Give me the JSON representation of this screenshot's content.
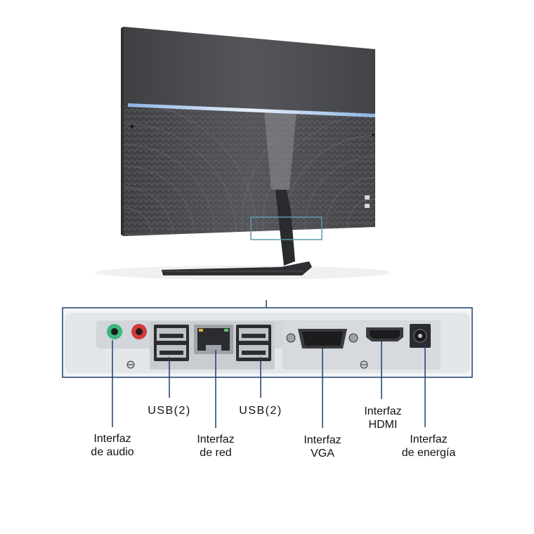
{
  "callouts": {
    "audio": [
      "Interfaz",
      "de audio"
    ],
    "usb_left": "USB(2)",
    "network": [
      "Interfaz",
      "de red"
    ],
    "usb_right": "USB(2)",
    "vga": [
      "Interfaz",
      "VGA"
    ],
    "hdmi": [
      "Interfaz",
      "HDMI"
    ],
    "power": [
      "Interfaz",
      "de energía"
    ]
  },
  "colors": {
    "leader_line": "#1d3f6b",
    "monitor_body": "#4b4c4f",
    "panel": "#e9ecef",
    "audio_green": "#3bb77e",
    "audio_red": "#d23a3a",
    "light_strip": "#9fc3ee",
    "highlight_box": "#5a9aa7"
  },
  "icons": [
    "monitor-rear",
    "audio-jack-icon",
    "usb-port-icon",
    "ethernet-port-icon",
    "vga-port-icon",
    "hdmi-port-icon",
    "dc-power-jack-icon"
  ]
}
